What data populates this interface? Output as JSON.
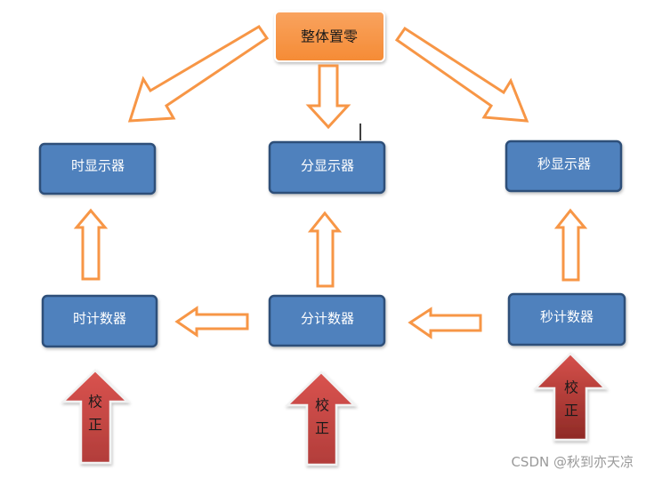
{
  "reset_box": {
    "label": "整体置零"
  },
  "displays": {
    "hour": "时显示器",
    "minute": "分显示器",
    "second": "秒显示器"
  },
  "counters": {
    "hour": "时计数器",
    "minute": "分计数器",
    "second": "秒计数器"
  },
  "calibration": {
    "char1": "校",
    "char2": "正"
  },
  "watermark": "CSDN @秋到亦天凉",
  "colors": {
    "box_fill": "#4f81bd",
    "box_border": "#2f4f79",
    "reset_fill": "#f79646",
    "arrow_outline": "#f79646",
    "calibration_arrow": "#c0504d"
  }
}
